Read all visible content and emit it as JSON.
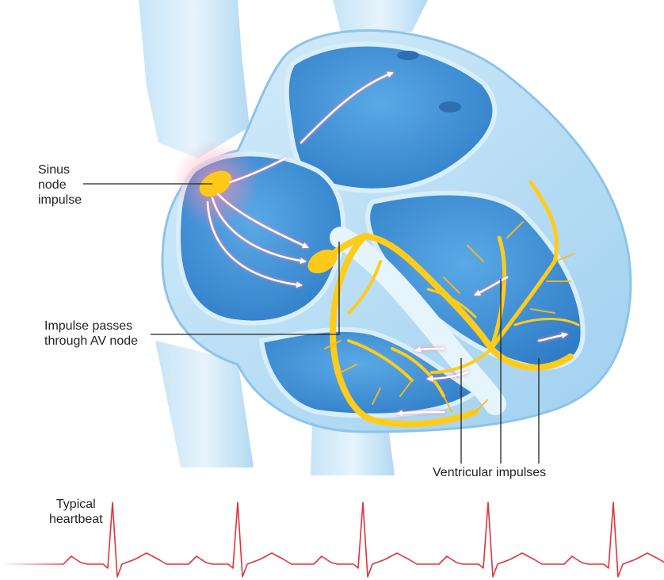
{
  "labels": {
    "sinus": [
      "Sinus",
      "node",
      "impulse"
    ],
    "av": [
      "Impulse passes",
      "through AV node"
    ],
    "ventricular": "Ventricular impulses",
    "heartbeat": [
      "Typical",
      "heartbeat"
    ]
  },
  "colors": {
    "heart_blue": "#3f8fd4",
    "tissue_light": "#bfe2f6",
    "conduction_yellow": "#ffd21f",
    "impulse_pink": "#ff9fb8",
    "ecg_red": "#e0333d"
  }
}
